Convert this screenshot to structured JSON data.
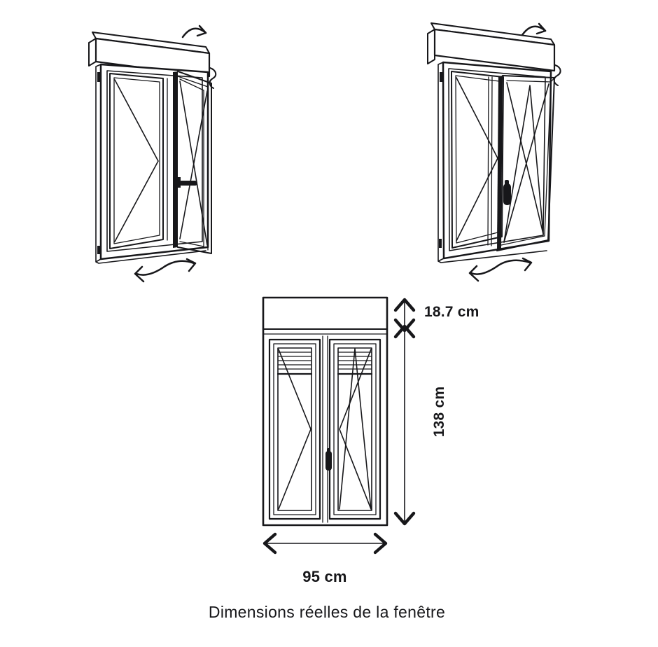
{
  "figure": {
    "caption": "Dimensions réelles de la fenêtre",
    "dimensions": {
      "shutter_box_height": {
        "label": "18.7 cm",
        "value": 18.7,
        "unit": "cm"
      },
      "window_height": {
        "label": "138 cm",
        "value": 138,
        "unit": "cm"
      },
      "window_width": {
        "label": "95 cm",
        "value": 95,
        "unit": "cm"
      }
    },
    "icons": {
      "rotation_arrow": "curved-arrow-clockwise",
      "swing_arrows": "double-curved-swing-arrow",
      "dimension_arrow": "double-headed-measure-arrow"
    },
    "colors": {
      "line": "#17171a",
      "background": "#ffffff",
      "text": "#17171a"
    }
  }
}
